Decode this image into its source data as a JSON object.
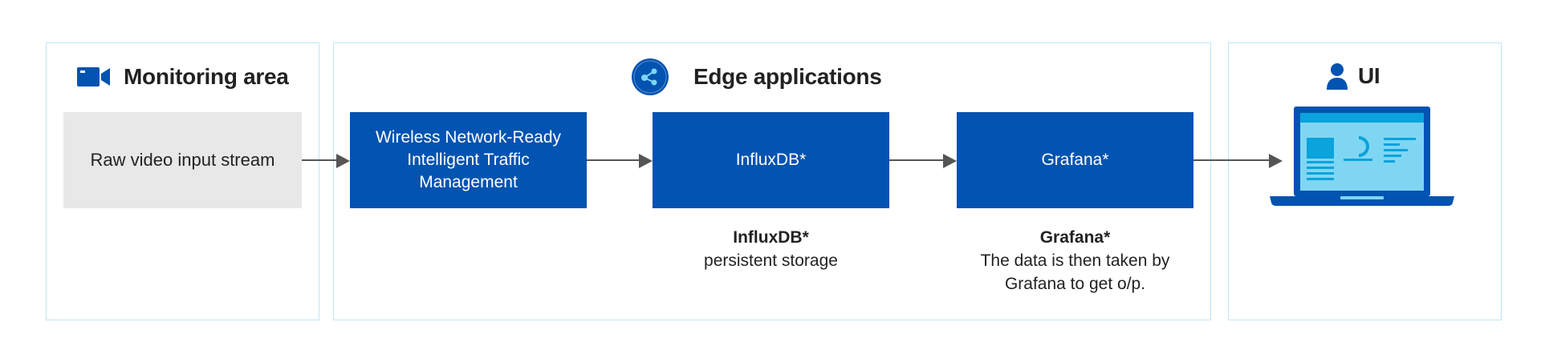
{
  "panels": {
    "monitoring": {
      "title": "Monitoring area",
      "icon": "video-camera-icon"
    },
    "edge": {
      "title": "Edge applications",
      "icon": "network-nodes-icon"
    },
    "ui": {
      "title": "UI",
      "icon": "user-icon"
    }
  },
  "blocks": {
    "input": "Raw video input stream",
    "wnr": "Wireless Network-Ready Intelligent Traffic Management",
    "influx": "InfluxDB*",
    "grafana": "Grafana*"
  },
  "notes": {
    "influx": {
      "title": "InfluxDB*",
      "text": "persistent storage"
    },
    "grafana": {
      "title": "Grafana*",
      "text": "The data is then taken by Grafana to get o/p."
    }
  },
  "laptop_icon": "laptop-dashboard-icon",
  "colors": {
    "blue": "#0353b0",
    "panel_border": "#bfe6f4",
    "grey_block": "#e8e8e8",
    "arrow": "#555555"
  }
}
